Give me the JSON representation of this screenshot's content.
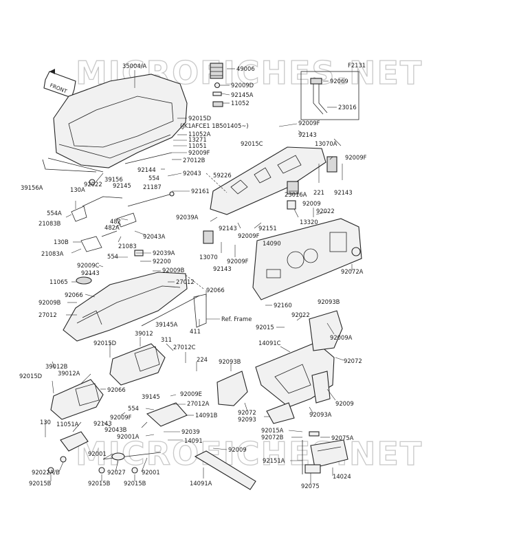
{
  "diagram_code": "F2131",
  "watermark": "MICROFICHES.NET",
  "front_arrow": "FRONT",
  "ref_frame": "Ref. Frame",
  "serial_note": "(JK1AFCE1  1B501405~)",
  "labels": {
    "l35004A": "35004/A",
    "l49006": "49006",
    "l92009D": "92009D",
    "l92145A": "92145A",
    "l11052": "11052",
    "l92069": "92069",
    "l23016": "23016",
    "l92015D_a": "92015D",
    "l11052A": "11052A",
    "l13271": "13271",
    "l11051": "11051",
    "l92009F_a": "92009F",
    "l27012B": "27012B",
    "l92009F_b": "92009F",
    "l92143_a": "92143",
    "l92015C": "92015C",
    "l13070A": "13070A",
    "l92009F_c": "92009F",
    "l92144": "92144",
    "l59226": "59226",
    "l554_a": "554",
    "l92043_a": "92043",
    "l39156A": "39156A",
    "l39156": "39156",
    "l92022_a": "92022",
    "l92145": "92145",
    "l21187": "21187",
    "l92161": "92161",
    "l130A": "130A",
    "l221": "221",
    "l92143_b": "92143",
    "l23016A": "23016A",
    "l554A": "554A",
    "l92009_a": "92009",
    "l92022_b": "92022",
    "l13320": "13320",
    "l21083B": "21083B",
    "l482": "482",
    "l482A": "482A",
    "l92039A_a": "92039A",
    "l92143_c": "92143",
    "l92151": "92151",
    "l92009F_d": "92009F",
    "l14090": "14090",
    "l92043A": "92043A",
    "l130B": "130B",
    "l21083": "21083",
    "l21083A": "21083A",
    "l92039A_b": "92039A",
    "l13070": "13070",
    "l554_b": "554",
    "l92200": "92200",
    "l92009F_e": "92009F",
    "l92143_d": "92143",
    "l92009C": "92009C",
    "l92072A": "92072A",
    "l92143_e": "92143",
    "l92009B_a": "92009B",
    "l11065": "11065",
    "l27012_a": "27012",
    "l92066_a": "92066",
    "l92066_b": "92066",
    "l92009B_b": "92009B",
    "l92160": "92160",
    "l92093B_a": "92093B",
    "l27012_b": "27012",
    "l39145A": "39145A",
    "l92022_c": "92022",
    "l411": "411",
    "l92015": "92015",
    "l92009A": "92009A",
    "l39012": "39012",
    "l311": "311",
    "l92015D_b": "92015D",
    "l27012C": "27012C",
    "l14091C": "14091C",
    "l224": "224",
    "l92072_a": "92072",
    "l39012B": "39012B",
    "l92093B_b": "92093B",
    "l92015D_c": "92015D",
    "l39012A": "39012A",
    "l92066_c": "92066",
    "l39145": "39145",
    "l92009E": "92009E",
    "l27012A": "27012A",
    "l92009_b": "92009",
    "l554_c": "554",
    "l14091B": "14091B",
    "l92072_b": "92072",
    "l92093A": "92093A",
    "l92009F_f": "92009F",
    "l92093": "92093",
    "l130": "130",
    "l11051A": "11051A",
    "l92143_f": "92143",
    "l92043B": "92043B",
    "l92001A": "92001A",
    "l92039": "92039",
    "l14091": "14091",
    "l92015A": "92015A",
    "l92072B": "92072B",
    "l92075A": "92075A",
    "l92001_a": "92001",
    "l92009_c": "92009",
    "l92151A": "92151A",
    "l92022AB": "92022A/B",
    "l92027": "92027",
    "l92001_b": "92001",
    "l14024": "14024",
    "l92015B_a": "92015B",
    "l92015B_b": "92015B",
    "l92015B_c": "92015B",
    "l14091A": "14091A",
    "l92075": "92075"
  }
}
